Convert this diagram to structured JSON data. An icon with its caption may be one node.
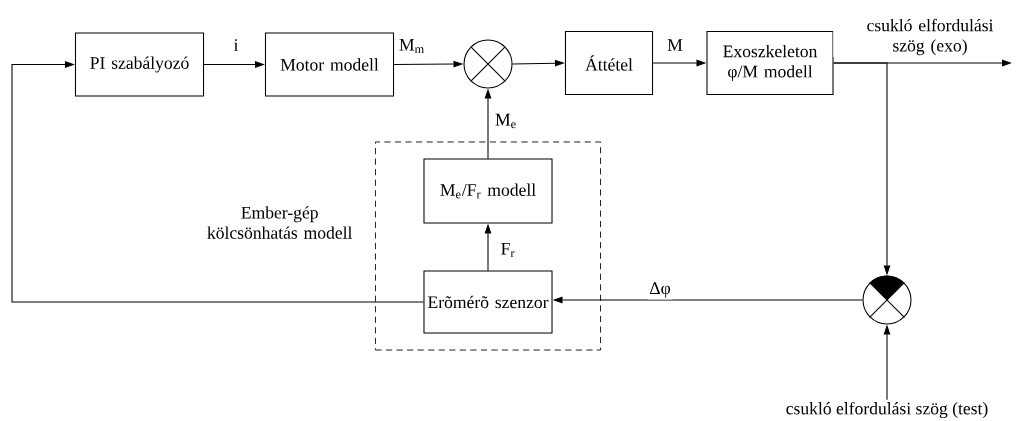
{
  "diagram": {
    "nodes": [
      {
        "text": [
          "PI szabályozó"
        ]
      },
      {
        "text": [
          "Motor modell"
        ]
      },
      {
        "text": [],
        "shape": "circle"
      },
      {
        "text": [
          "Áttétel"
        ]
      },
      {
        "text": [
          "Exoszkeleton φ/M modell"
        ]
      },
      {
        "text": [
          "Ember-gép kölcsönhatás modell"
        ]
      },
      {
        "text": [
          "M$_{e}$/F$_{r}$ modell"
        ],
        "in": 5
      },
      {
        "text": [
          "Erõmérõ szenzor"
        ],
        "in": 5
      },
      {
        "text": [],
        "shape": "circle"
      },
      {
        "text": [
          "csukló elfordulási szög (test)"
        ]
      }
    ],
    "edges": [
      {
        "from": 0,
        "to": 1,
        "arrow": "to",
        "label": "i"
      },
      {
        "from": 1,
        "to": 2,
        "arrow": "to",
        "label": "M$_{m}$"
      },
      {
        "from": 2,
        "to": 3,
        "arrow": "to"
      },
      {
        "from": 3,
        "to": 4,
        "arrow": "to",
        "label": "M"
      },
      {
        "from": 4,
        "to": null,
        "arrow": "to",
        "label": "csukló elfordulási szög (exo)"
      },
      {
        "from": 4,
        "to": 8,
        "arrow": "to"
      },
      {
        "from": 9,
        "to": 8,
        "arrow": "to"
      },
      {
        "from": 8,
        "to": 7,
        "arrow": "to",
        "label": "Δφ"
      },
      {
        "from": 7,
        "to": 6,
        "arrow": "to",
        "label": "F$_{r}$"
      },
      {
        "from": 6,
        "to": 2,
        "arrow": "to",
        "label": "M$_{e}$"
      },
      {
        "from": 7,
        "to": 0,
        "arrow": "to"
      }
    ]
  }
}
